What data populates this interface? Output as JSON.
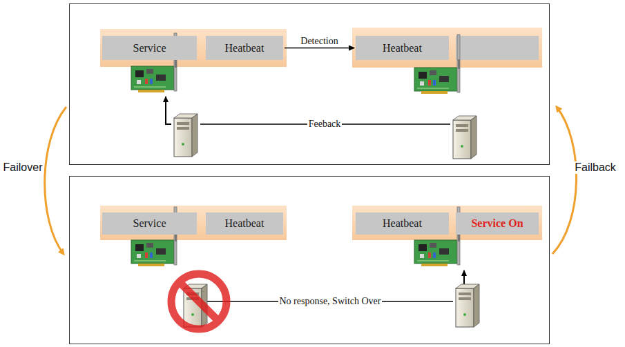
{
  "diagram": {
    "nodes": [
      {
        "text": [
          "Service"
        ]
      },
      {
        "text": [
          "Heatbeat"
        ]
      },
      {
        "text": [
          "Heatbeat"
        ]
      },
      {
        "text": [
          "Service"
        ]
      },
      {
        "text": [
          "Heatbeat"
        ]
      },
      {
        "text": [
          "Heatbeat"
        ]
      },
      {
        "text": [
          "Service On"
        ]
      }
    ],
    "edges": [
      {
        "from": 1,
        "to": 2,
        "label": "Detection",
        "arrow": "to"
      }
    ],
    "labels": [
      "Feeback",
      "Failover",
      "Failback",
      "No response, Switch Over"
    ]
  }
}
